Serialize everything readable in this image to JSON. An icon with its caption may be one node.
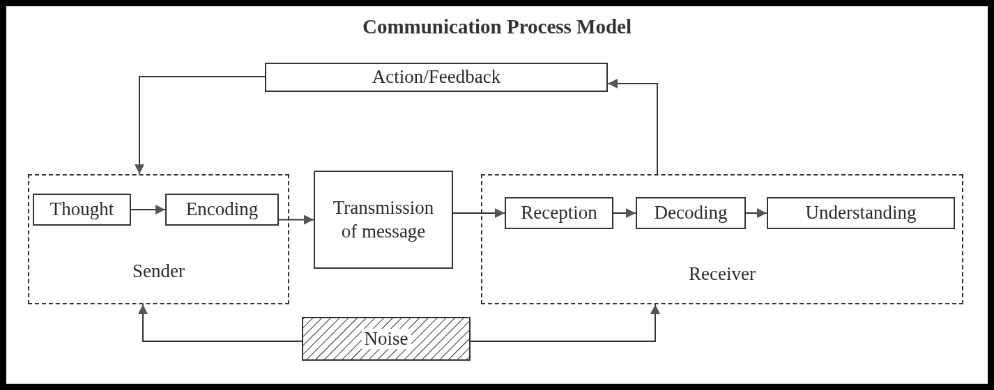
{
  "diagram": {
    "title": "Communication Process Model",
    "nodes": [
      {
        "text": [
          "Action/Feedback"
        ]
      },
      {
        "text": [
          "Sender"
        ]
      },
      {
        "text": [
          "Thought"
        ],
        "in": 1
      },
      {
        "text": [
          "Encoding"
        ],
        "in": 1
      },
      {
        "text": [
          "Transmission of message"
        ]
      },
      {
        "text": [
          "Receiver"
        ]
      },
      {
        "text": [
          "Reception"
        ],
        "in": 5
      },
      {
        "text": [
          "Decoding"
        ],
        "in": 5
      },
      {
        "text": [
          "Understanding"
        ],
        "in": 5
      },
      {
        "text": [
          "Noise"
        ]
      }
    ],
    "edges": [
      {
        "from": 0,
        "to": 1,
        "arrow": "to"
      },
      {
        "from": 5,
        "to": 0,
        "arrow": "to"
      },
      {
        "from": 2,
        "to": 3,
        "arrow": "to"
      },
      {
        "from": 3,
        "to": 4,
        "arrow": "to"
      },
      {
        "from": 4,
        "to": 6,
        "arrow": "to"
      },
      {
        "from": 6,
        "to": 7,
        "arrow": "to"
      },
      {
        "from": 7,
        "to": 8,
        "arrow": "to"
      },
      {
        "from": 9,
        "to": 1,
        "arrow": "to"
      },
      {
        "from": 9,
        "to": 5,
        "arrow": "to"
      }
    ]
  }
}
